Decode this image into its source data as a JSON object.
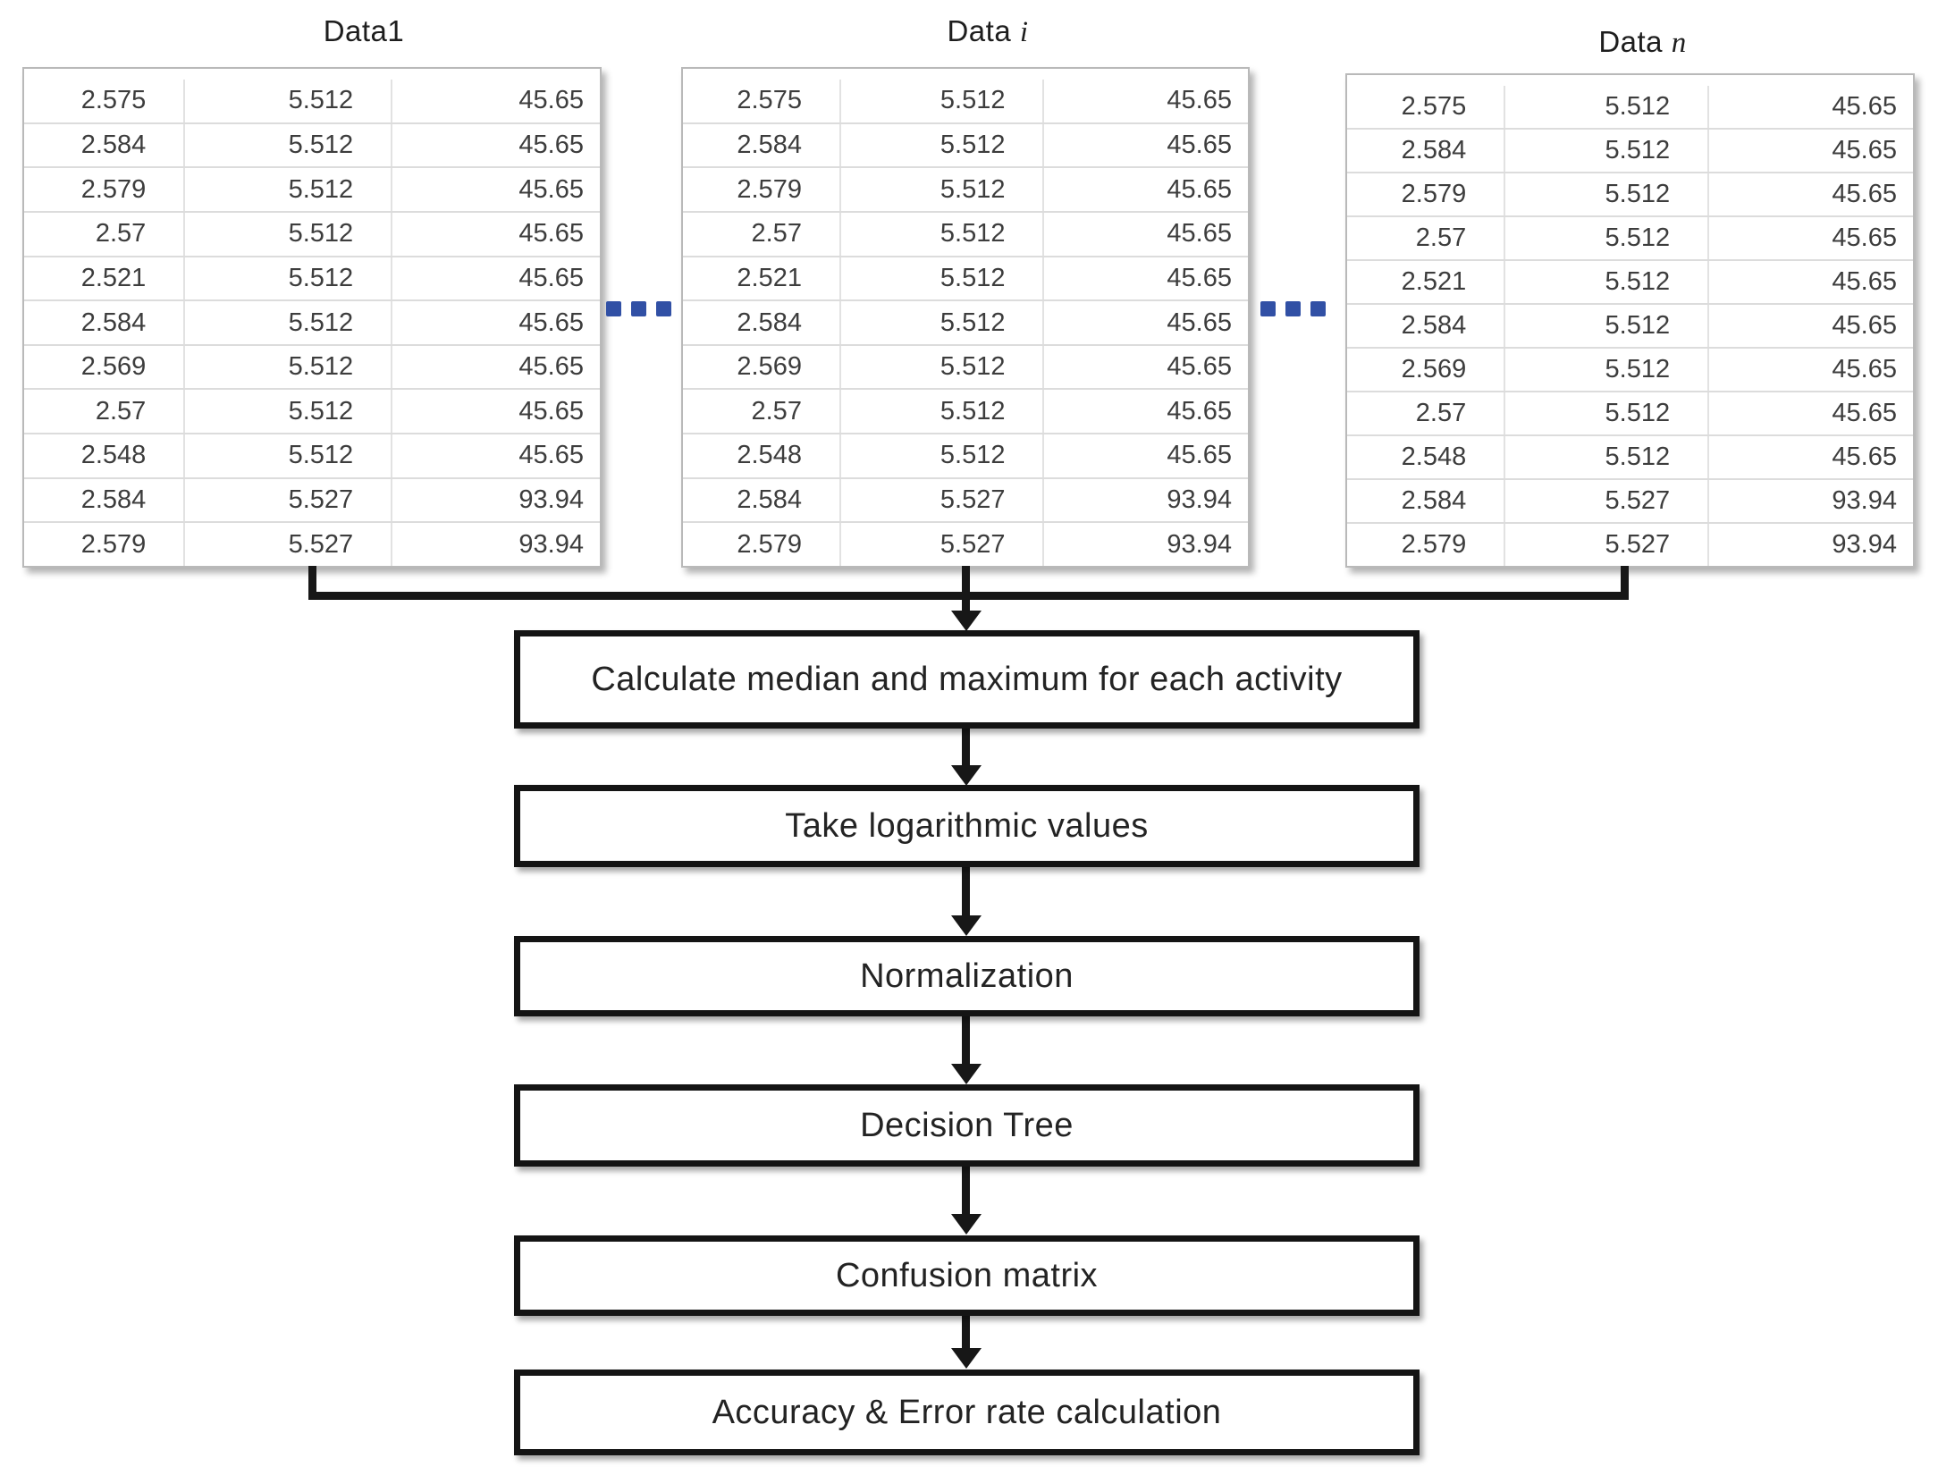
{
  "tables": [
    {
      "title_prefix": "Data",
      "title_suffix": "1",
      "suffix_italic": false
    },
    {
      "title_prefix": "Data ",
      "title_suffix": "i",
      "suffix_italic": true
    },
    {
      "title_prefix": "Data ",
      "title_suffix": "n",
      "suffix_italic": true
    }
  ],
  "table_rows": [
    [
      "2.575",
      "5.512",
      "45.65"
    ],
    [
      "2.584",
      "5.512",
      "45.65"
    ],
    [
      "2.579",
      "5.512",
      "45.65"
    ],
    [
      "2.57",
      "5.512",
      "45.65"
    ],
    [
      "2.521",
      "5.512",
      "45.65"
    ],
    [
      "2.584",
      "5.512",
      "45.65"
    ],
    [
      "2.569",
      "5.512",
      "45.65"
    ],
    [
      "2.57",
      "5.512",
      "45.65"
    ],
    [
      "2.548",
      "5.512",
      "45.65"
    ],
    [
      "2.584",
      "5.527",
      "93.94"
    ],
    [
      "2.579",
      "5.527",
      "93.94"
    ]
  ],
  "ellipsis": {
    "dot_count": 3
  },
  "steps": [
    "Calculate median and maximum for each activity",
    "Take logarithmic values",
    "Normalization",
    "Decision Tree",
    "Confusion matrix",
    "Accuracy & Error rate calculation"
  ],
  "colors": {
    "dot_blue": "#3150a5",
    "line_black": "#171717",
    "box_border": "#141414",
    "table_border": "#b9b9b9",
    "grid_line": "#dcdcdc",
    "number_text": "#3d3d3d",
    "step_text": "#232323"
  }
}
